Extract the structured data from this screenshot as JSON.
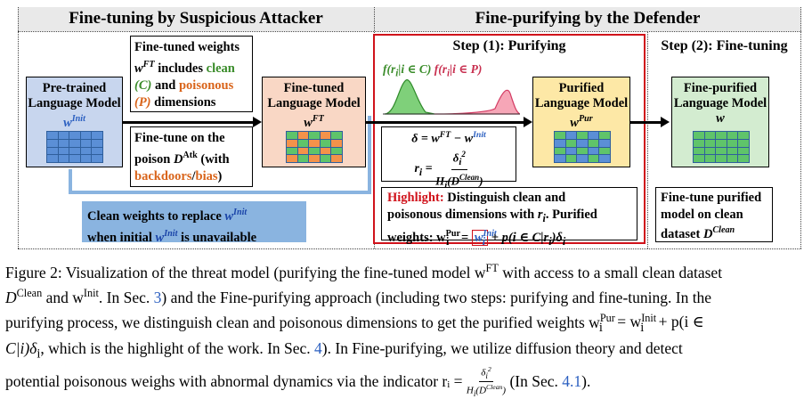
{
  "left_header": "Fine-tuning by Suspicious Attacker",
  "right_header": "Fine-purifying by the Defender",
  "step1_title": "Step (1): Purifying",
  "step2_title": "Step (2): Fine-tuning",
  "pretrained": {
    "line1": "Pre-trained",
    "line2": "Language Model",
    "symbol": "w",
    "sup": "Init"
  },
  "finetuned_weights": {
    "l1a": "Fine-tuned weights",
    "l2a": "w",
    "l2sup": "FT",
    "l2b": " includes ",
    "clean": "clean",
    "l3a": "(C)",
    "l3b": " and ",
    "poisonous": "poisonous",
    "l4a": "(P)",
    "l4b": " dimensions"
  },
  "finetuned_model": {
    "line1": "Fine-tuned",
    "line2": "Language Model",
    "symbol": "w",
    "sup": "FT"
  },
  "finetune_poison": {
    "l1": "Fine-tune on the",
    "l2a": "poison ",
    "l2b": "D",
    "l2sup": "Atk",
    "l2c": " (with",
    "backdoors": "backdoors",
    "slash": "/",
    "bias": "bias",
    "close": ")"
  },
  "clean_weights": {
    "l1a": "Clean weights to replace ",
    "l1b": "w",
    "l1sup": "Init",
    "l2a": "when initial ",
    "l2b": "w",
    "l2sup": "Init",
    "l2c": " is unavailable"
  },
  "dist_label": {
    "a": "f(r",
    "b": "i",
    "c": "|i ∈ C)",
    "d": " f(r",
    "e": "i",
    "f": "|i ∈ P)"
  },
  "formula": {
    "delta": "δ = w",
    "delta_sup": "FT",
    "minus": " − w",
    "minus_sup": "Init",
    "ri": "r",
    "ri_sub": "i",
    "eq": " = ",
    "num": "δ",
    "num_sub": "i",
    "num_sup": "2",
    "den": "H",
    "den_sub": "i",
    "den2": "(D",
    "den_sup": "Clean",
    "den3": ")"
  },
  "highlight": {
    "label": "Highlight:",
    "l1": " Distinguish clean and",
    "l2a": "poisonous dimensions with ",
    "l2b": "r",
    "l2c": "i",
    "l2d": ". Purified",
    "l3a": "weights: w",
    "l3sup": "Pur",
    "l3sub": "i",
    "l3b": " = ",
    "l3c": "w",
    "l3csup": "Init",
    "l3csub": "i",
    "l3d": " + p(i ∈ C|r",
    "l3e": "i",
    "l3f": ")δ",
    "l3g": "i"
  },
  "purified_model": {
    "line1": "Purified",
    "line2": "Language Model",
    "symbol": "w",
    "sup": "Pur"
  },
  "finepurified_model": {
    "line1": "Fine-purified",
    "line2": "Language Model",
    "symbol": "w"
  },
  "finetune_purified": {
    "l1": "Fine-tune purified",
    "l2": "model on clean",
    "l3a": "dataset ",
    "l3b": "D",
    "l3sup": "Clean"
  },
  "caption": {
    "l1": "Figure 2: Visualization of the threat model (purifying the fine-tuned model w",
    "l1sup": "FT",
    "l1b": " with access to a small clean dataset",
    "l2a": "D",
    "l2sup": "Clean",
    "l2b": " and w",
    "l2sup2": "Init",
    "l2c": ". In Sec. ",
    "l2ref": "3",
    "l2d": ") and the Fine-purifying approach (including two steps: purifying and fine-tuning. In the",
    "l3": "purifying process, we distinguish clean and poisonous dimensions to get the purified weights w",
    "l3sup": "Pur",
    "l3sub": "i",
    "l3b": " = w",
    "l3sup2": "Init",
    "l3sub2": "i",
    "l3c": " + p(i ∈",
    "l4a": "C|i)δ",
    "l4sub": "i",
    "l4b": ", which is the highlight of the work. In Sec. ",
    "l4ref": "4",
    "l4c": "). In Fine-purifying, we utilize diffusion theory and detect",
    "l5a": "potential poisonous weighs with abnormal dynamics via the indicator r",
    "l5sub": "i",
    "l5b": " = ",
    "l5num": "δ",
    "l5numsub": "i",
    "l5numsup": "2",
    "l5den": "H",
    "l5densub": "i",
    "l5den2": "(D",
    "l5densup": "Clean",
    "l5den3": ")",
    "l5c": " (In Sec. ",
    "l5ref": "4.1",
    "l5d": ")."
  },
  "colors": {
    "blue_box": "#c8d6ee",
    "orange_box": "#f9d7c5",
    "yellow_box": "#fde8a6",
    "green_box": "#d3ecd0",
    "clean_fill": "#8ab4e0",
    "red": "#d0121b"
  }
}
